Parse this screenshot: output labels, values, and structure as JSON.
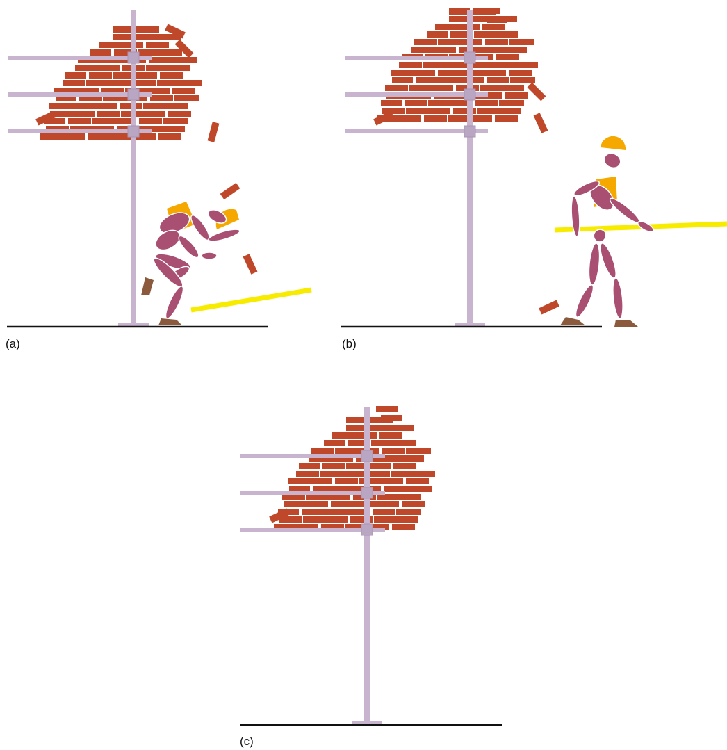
{
  "panels": [
    {
      "id": "a",
      "label": "(a)",
      "has_worker": true,
      "worker_pose": "crouching"
    },
    {
      "id": "b",
      "label": "(b)",
      "has_worker": true,
      "worker_pose": "walking"
    },
    {
      "id": "c",
      "label": "(c)",
      "has_worker": false
    }
  ],
  "colors": {
    "brick": "#c0482a",
    "scaffold": "#c8b4cf",
    "scaffold_clamp": "#b8a6c2",
    "ground": "#111111",
    "body": "#a84f72",
    "hardhat": "#f5a800",
    "vest": "#f5a800",
    "boot": "#8b5a3c",
    "pole": "#f7ec00"
  }
}
